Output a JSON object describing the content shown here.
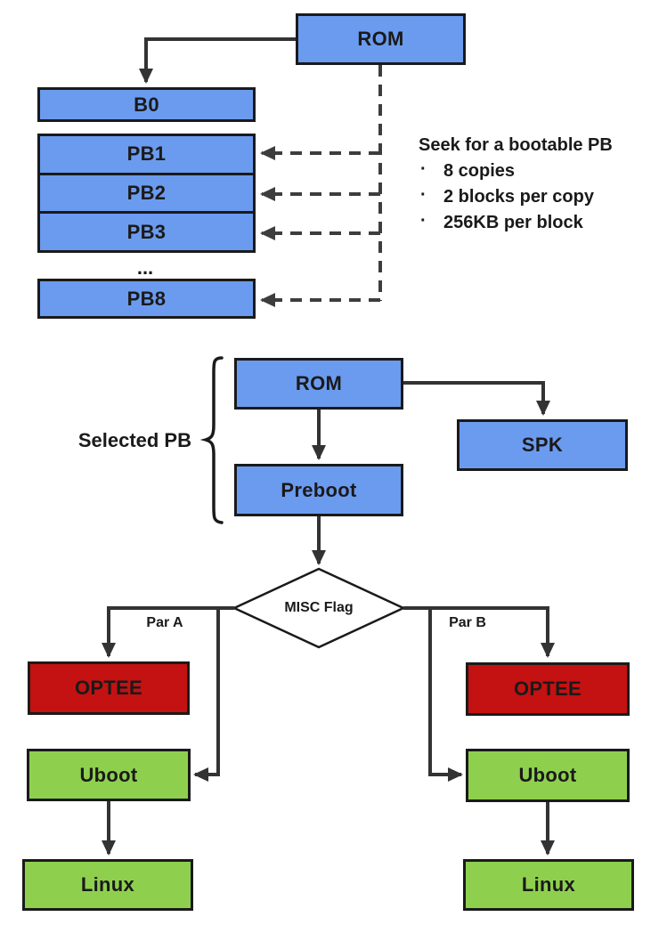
{
  "colors": {
    "box_blue": "#6b9bef",
    "box_red": "#c41111",
    "box_green": "#8ed04e",
    "border": "#1a1a1a",
    "arrow": "#333333",
    "dashed_arrow": "#3d3d3d",
    "text": "#1a1a1a"
  },
  "top_flow": {
    "rom_label": "ROM",
    "b0_label": "B0",
    "pb_blocks": [
      "PB1",
      "PB2",
      "PB3"
    ],
    "ellipsis": "...",
    "pb8_label": "PB8",
    "note_title": "Seek for a bootable PB",
    "note_bullets": [
      "8 copies",
      "2 blocks per copy",
      "256KB per block"
    ]
  },
  "selected_pb": {
    "group_label": "Selected PB",
    "rom_label": "ROM",
    "spk_label": "SPK",
    "preboot_label": "Preboot",
    "decision_label": "MISC Flag",
    "branch_a_label": "Par A",
    "branch_b_label": "Par B"
  },
  "partition_a": {
    "optee_label": "OPTEE",
    "uboot_label": "Uboot",
    "linux_label": "Linux"
  },
  "partition_b": {
    "optee_label": "OPTEE",
    "uboot_label": "Uboot",
    "linux_label": "Linux"
  }
}
